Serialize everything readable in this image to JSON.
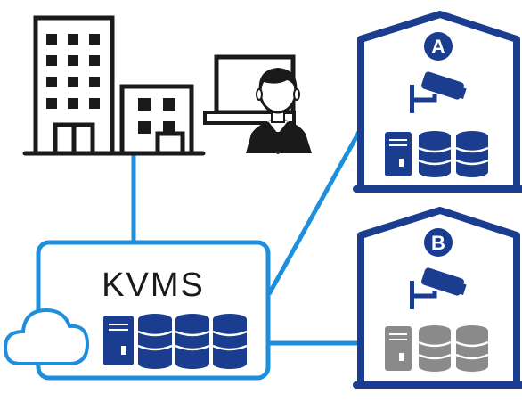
{
  "kvms": {
    "label": "KVMS"
  },
  "sites": [
    {
      "id": "A",
      "label": "A",
      "storage_status": "active"
    },
    {
      "id": "B",
      "label": "B",
      "storage_status": "inactive"
    }
  ],
  "colors": {
    "link_blue": "#1d8fdc",
    "navy": "#1a3d8f",
    "black": "#1a1a1a",
    "gray": "#8a8a8a",
    "white": "#ffffff"
  },
  "icons": [
    "office-buildings-icon",
    "operator-workstation-icon",
    "cloud-icon",
    "server-tower-icon",
    "database-icon",
    "security-camera-icon",
    "site-house-icon"
  ]
}
